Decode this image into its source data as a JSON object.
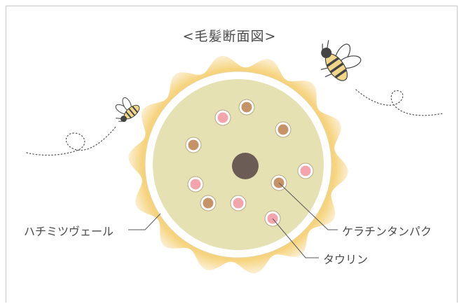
{
  "title": "<毛髪断面図>",
  "labels": {
    "honey_veil": "ハチミツヴェール",
    "keratin": "ケラチンタンパク",
    "taurine": "タウリン"
  },
  "colors": {
    "honey_veil": "#f0c45a",
    "cortex": "#e5e0b0",
    "medulla": "#6b5b52",
    "keratin_particle": "#c8946a",
    "taurine_particle": "#f2a0a8",
    "leader_line": "#555555"
  },
  "icons": [
    "bee-icon",
    "bee-icon"
  ]
}
